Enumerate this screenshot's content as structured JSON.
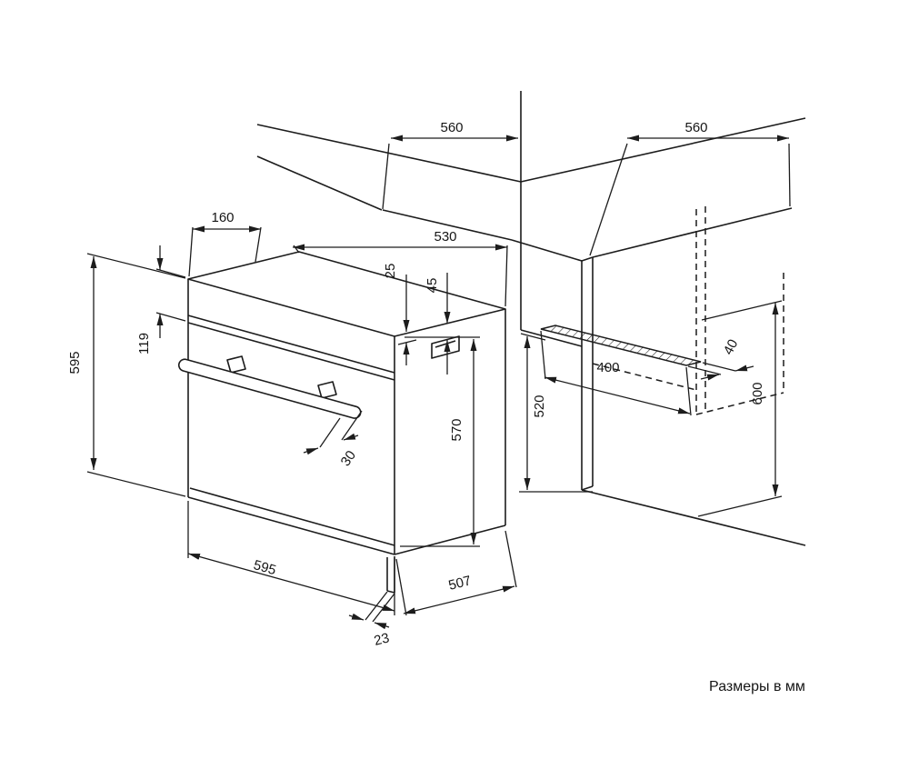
{
  "note": "Размеры в мм",
  "colors": {
    "line": "#1c1c1c",
    "background": "#ffffff"
  },
  "dims": {
    "counter_depth_left": "560",
    "counter_depth_right": "560",
    "niche_width": "530",
    "top_offset": "160",
    "offset_small": "25",
    "vent_offset": "45",
    "panel_height": "119",
    "oven_height": "595",
    "door_height": "570",
    "niche_front_height": "520",
    "rail_width": "400",
    "rail_depth": "40",
    "niche_height": "600",
    "handle_depth": "30",
    "oven_width": "595",
    "oven_depth": "507",
    "door_offset": "23"
  }
}
